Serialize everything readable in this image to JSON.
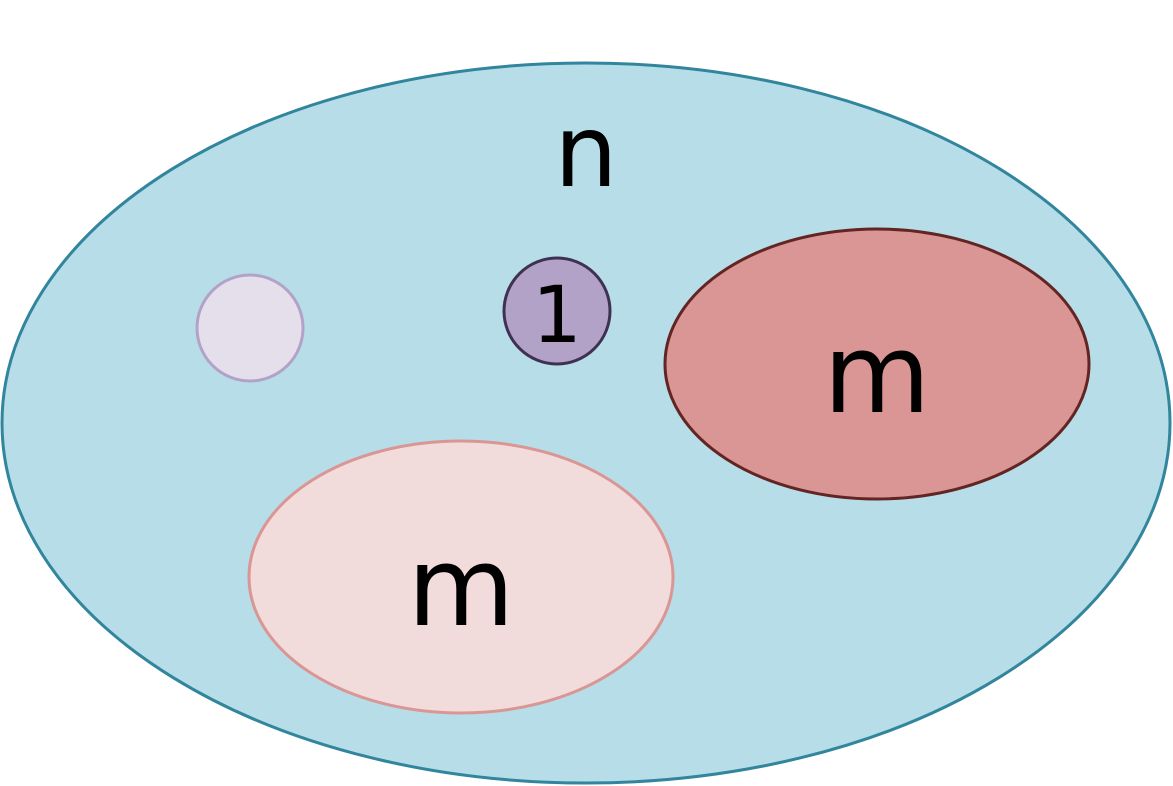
{
  "colors": {
    "outer_fill": "#b7dde8",
    "outer_stroke": "#31859c",
    "small_light_fill": "#e5dfec",
    "small_light_stroke": "#b3a2c7",
    "small_dark_fill": "#b3a2c7",
    "small_dark_stroke": "#3f3151",
    "right_fill": "#d99694",
    "right_stroke": "#632523",
    "lower_fill": "#f2dcdb",
    "lower_stroke": "#d99694"
  },
  "labels": {
    "outer": "n",
    "small_circle": "1",
    "right_ellipse": "m",
    "lower_ellipse": "m"
  }
}
